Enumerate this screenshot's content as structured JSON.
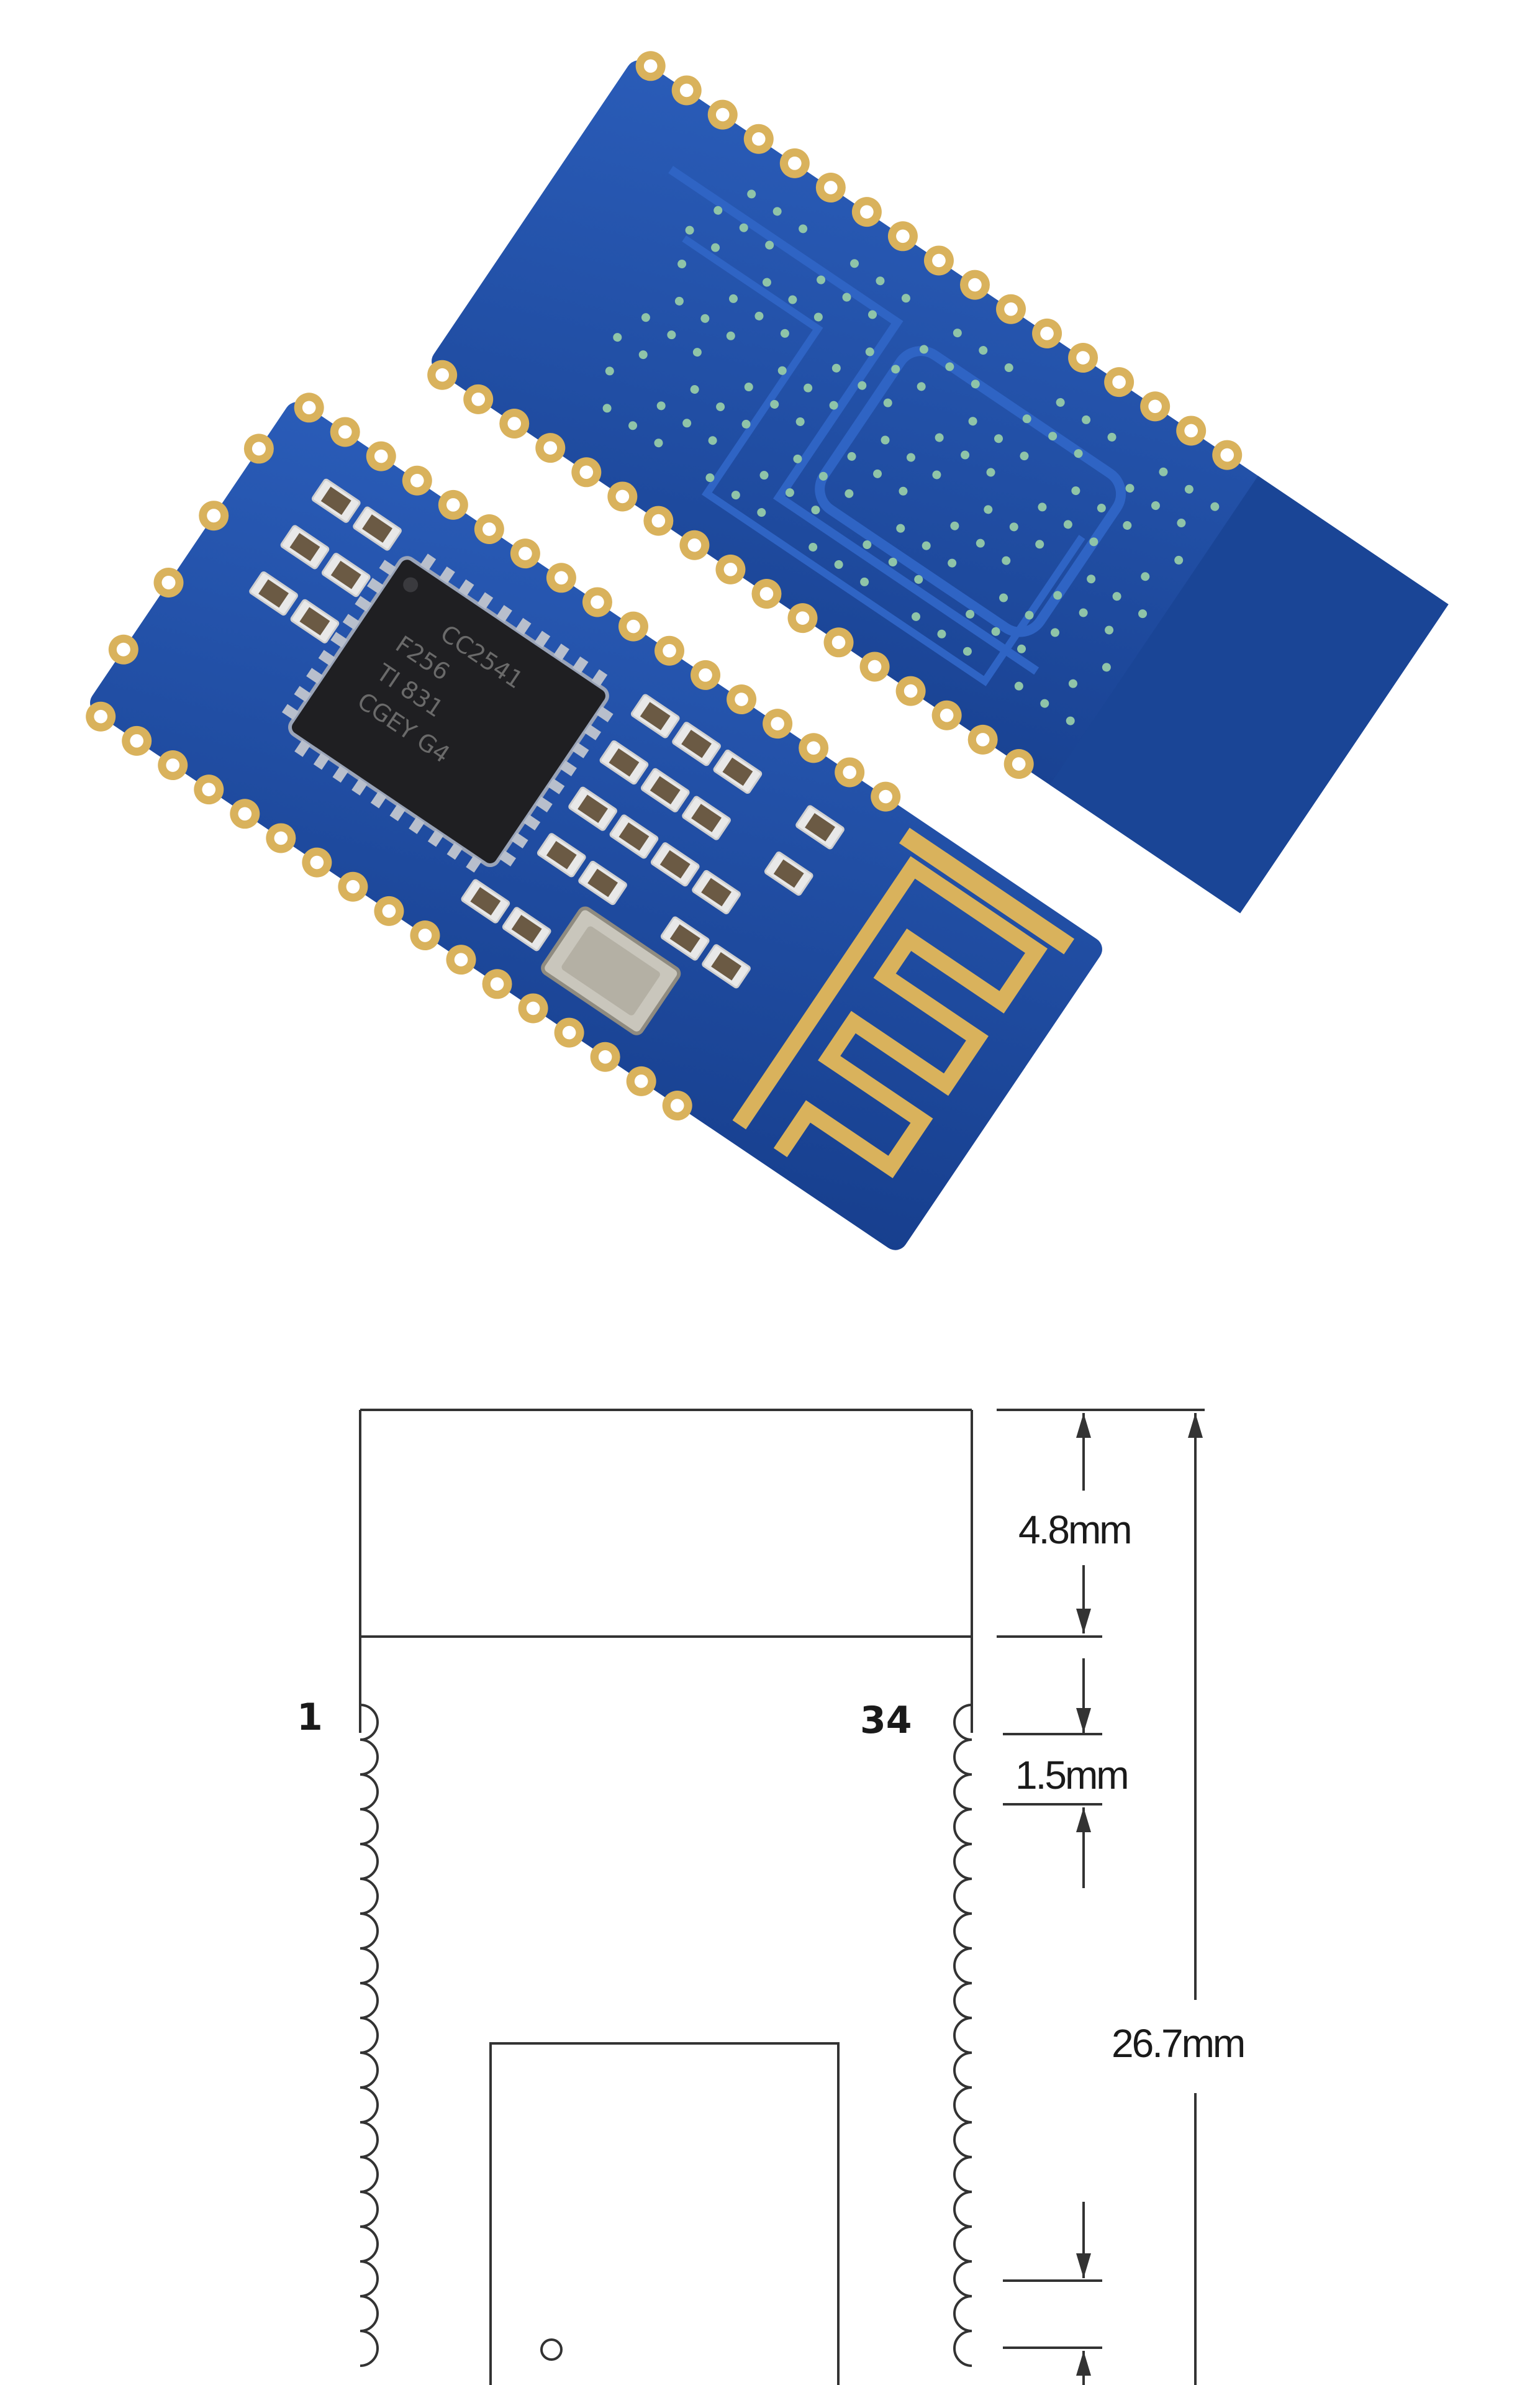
{
  "photo": {
    "chip_markings": [
      "CC2541",
      "F256",
      "TI   831",
      "CGEY G4"
    ]
  },
  "drawing": {
    "pin_first": "1",
    "pin_last": "34",
    "dimensions": {
      "antenna_height": "4.8mm",
      "pin_pitch": "1.5mm",
      "total_length": "26.7mm"
    }
  },
  "colors": {
    "pcb": "#1f4fa8",
    "pcb_dark": "#163a82",
    "gold": "#d9b25c",
    "line": "#333333"
  }
}
